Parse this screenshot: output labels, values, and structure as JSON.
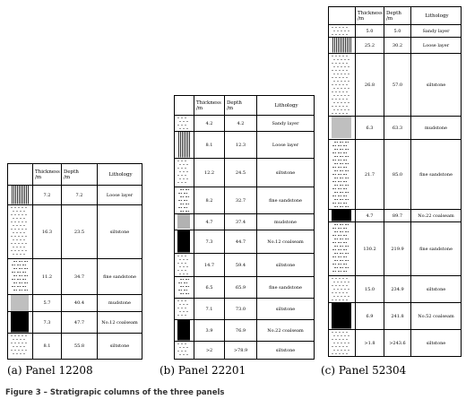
{
  "panels": [
    {
      "caption": "(a)  Panel 12208",
      "headers": {
        "thickness": "Thickness\n/m",
        "depth": "Depth\n/m",
        "lithology": "Lithology"
      },
      "rows": [
        {
          "thickness": "7.2",
          "depth": "7.2",
          "lithology": "Loose layer",
          "pattern": "vlines"
        },
        {
          "thickness": "16.3",
          "depth": "23.5",
          "lithology": "siltstone",
          "pattern": "dots"
        },
        {
          "thickness": "11.2",
          "depth": "34.7",
          "lithology": "fine sandstone",
          "pattern": "dashdot"
        },
        {
          "thickness": "5.7",
          "depth": "40.4",
          "lithology": "mudstone",
          "pattern": "hlines"
        },
        {
          "thickness": "7.3",
          "depth": "47.7",
          "lithology": "No.12 coalseam",
          "pattern": "coal"
        },
        {
          "thickness": "8.1",
          "depth": "55.8",
          "lithology": "siltstone",
          "pattern": "dots"
        }
      ]
    },
    {
      "caption": "(b)  Panel 22201",
      "headers": {
        "thickness": "Thickness\n/m",
        "depth": "Depth\n/m",
        "lithology": "Lithology"
      },
      "rows": [
        {
          "thickness": "4.2",
          "depth": "4.2",
          "lithology": "Sandy layer",
          "pattern": "dots"
        },
        {
          "thickness": "8.1",
          "depth": "12.3",
          "lithology": "Loose layer",
          "pattern": "vlines"
        },
        {
          "thickness": "12.2",
          "depth": "24.5",
          "lithology": "siltstone",
          "pattern": "dots"
        },
        {
          "thickness": "8.2",
          "depth": "32.7",
          "lithology": "fine sandstone",
          "pattern": "dashdot"
        },
        {
          "thickness": "4.7",
          "depth": "37.4",
          "lithology": "mudstone",
          "pattern": "hlines"
        },
        {
          "thickness": "7.3",
          "depth": "44.7",
          "lithology": "No.12 coalseam",
          "pattern": "coal"
        },
        {
          "thickness": "14.7",
          "depth": "59.4",
          "lithology": "siltstone",
          "pattern": "dots"
        },
        {
          "thickness": "6.5",
          "depth": "65.9",
          "lithology": "fine sandstone",
          "pattern": "dashdot"
        },
        {
          "thickness": "7.1",
          "depth": "73.0",
          "lithology": "siltstone",
          "pattern": "dots"
        },
        {
          "thickness": "3.9",
          "depth": "76.9",
          "lithology": "No.22 coalseam",
          "pattern": "coal"
        },
        {
          "thickness": ">2",
          "depth": ">78.9",
          "lithology": "siltstone",
          "pattern": "dots"
        }
      ]
    },
    {
      "caption": "(c)  Panel 52304",
      "headers": {
        "thickness": "Thickness\n/m",
        "depth": "Depth\n/m",
        "lithology": "Lithology"
      },
      "rows": [
        {
          "thickness": "5.0",
          "depth": "5.0",
          "lithology": "Sandy layer",
          "pattern": "dots"
        },
        {
          "thickness": "25.2",
          "depth": "30.2",
          "lithology": "Loose layer",
          "pattern": "vlines"
        },
        {
          "thickness": "26.8",
          "depth": "57.0",
          "lithology": "siltstone",
          "pattern": "dots"
        },
        {
          "thickness": "6.3",
          "depth": "63.3",
          "lithology": "mudstone",
          "pattern": "hlines"
        },
        {
          "thickness": "21.7",
          "depth": "85.0",
          "lithology": "fine sandstone",
          "pattern": "dashdot"
        },
        {
          "thickness": "4.7",
          "depth": "89.7",
          "lithology": "No.22 coalseam",
          "pattern": "coal"
        },
        {
          "thickness": "130.2",
          "depth": "219.9",
          "lithology": "fine sandstone",
          "pattern": "dashdot"
        },
        {
          "thickness": "15.0",
          "depth": "234.9",
          "lithology": "siltstone",
          "pattern": "dots"
        },
        {
          "thickness": "6.9",
          "depth": "241.8",
          "lithology": "No.52 coalseam",
          "pattern": "coal"
        },
        {
          "thickness": ">1.8",
          "depth": ">243.6",
          "lithology": "siltstone",
          "pattern": "dots"
        }
      ]
    }
  ],
  "figure_caption": "Figure 3 – Stratigrapic columns of the three panels"
}
